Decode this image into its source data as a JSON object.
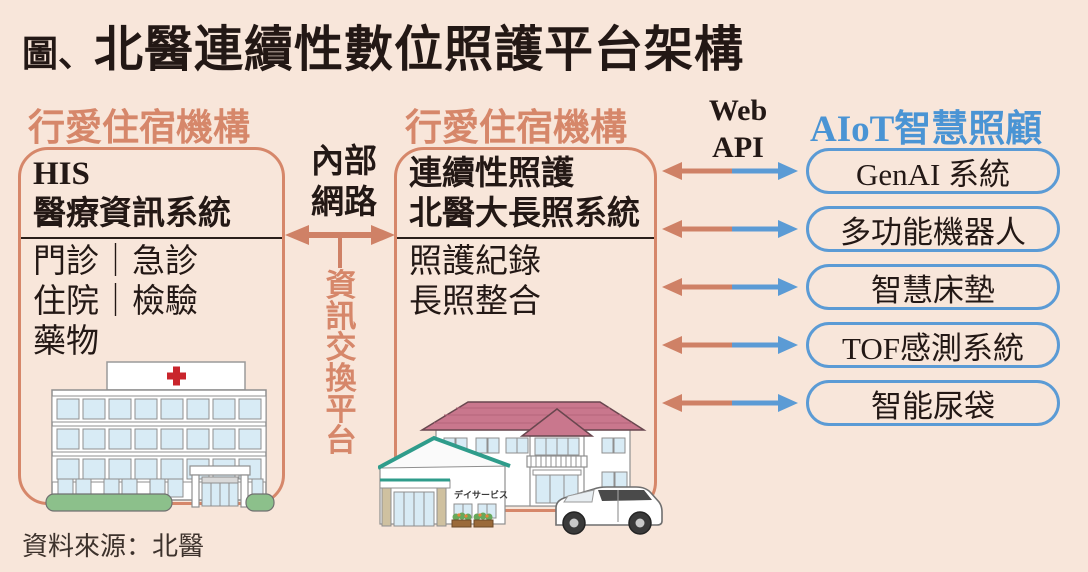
{
  "title": {
    "prefix": "圖、",
    "main": "北醫連續性數位照護平台架構"
  },
  "left_facility": {
    "header": "行愛住宿機構",
    "system_title_lines": [
      "HIS",
      "醫療資訊系統"
    ],
    "items": [
      "門診｜急診",
      "住院｜檢驗",
      "藥物"
    ],
    "illustration": "hospital-building"
  },
  "network": {
    "label_lines": [
      "內部",
      "網路"
    ],
    "platform_vertical": "資訊交換平台"
  },
  "right_facility": {
    "header": "行愛住宿機構",
    "system_title_lines": [
      "連續性照護",
      "北醫大長照系統"
    ],
    "items": [
      "照護紀錄",
      "長照整合"
    ],
    "illustration": "care-home-with-minivan",
    "illustration_sign": "デイサービス"
  },
  "web_api": {
    "lines": [
      "Web",
      "API"
    ]
  },
  "aiot": {
    "header": "AIoT智慧照顧",
    "devices": [
      "GenAI 系統",
      "多功能機器人",
      "智慧床墊",
      "TOF感測系統",
      "智能尿袋"
    ]
  },
  "source": "資料來源：北醫",
  "colors": {
    "background": "#f8e6da",
    "accent_salmon": "#d6876a",
    "arrow_salmon": "#cf8166",
    "accent_blue": "#5b9bd5",
    "blue_header": "#4a94d4",
    "text_dark": "#231815"
  }
}
